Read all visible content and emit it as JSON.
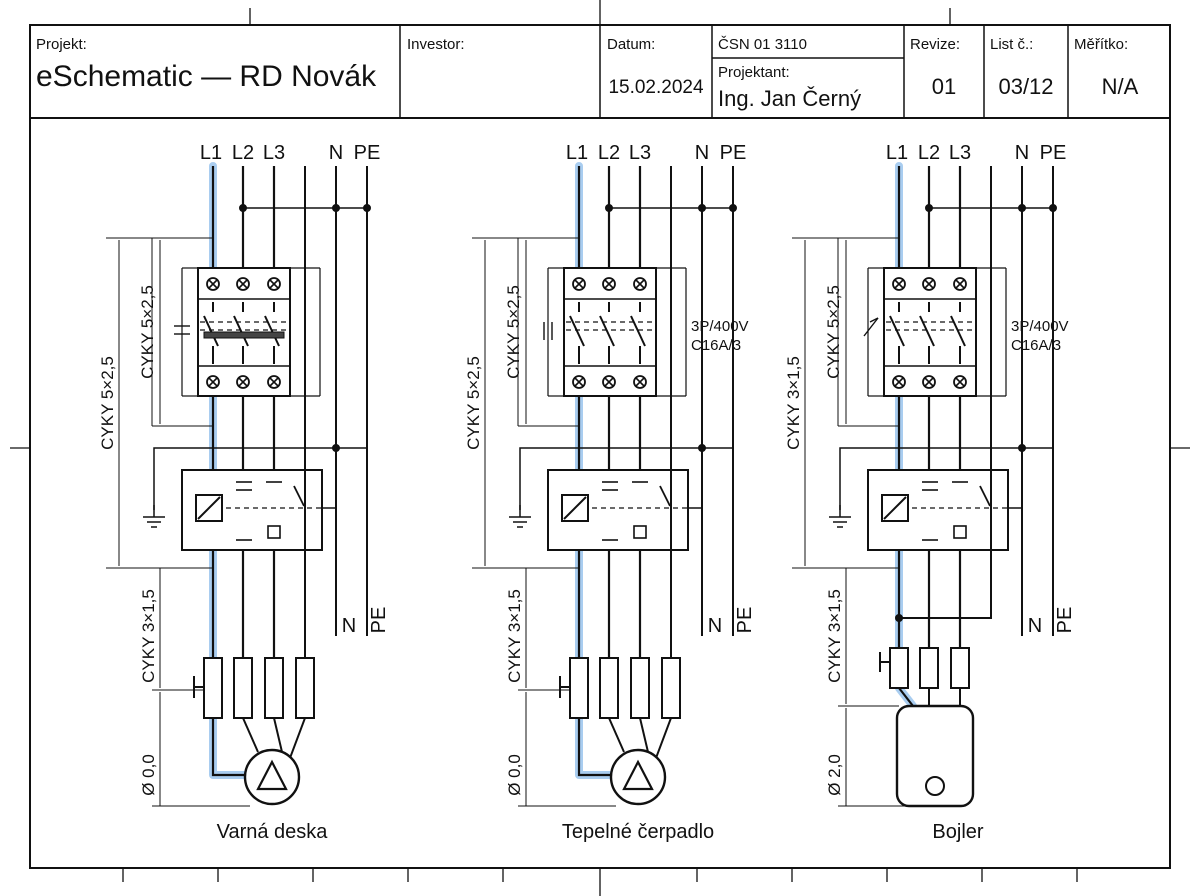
{
  "title_block": {
    "project_label": "Projekt:",
    "project_value": "eSchematic — RD Novák",
    "investor_label": "Investor:",
    "investor_value": "",
    "date_label": "Datum:",
    "date_value": "15.02.2024",
    "standard": "ČSN 01 3110",
    "designer_label": "Projektant:",
    "designer_value": "Ing. Jan Černý",
    "revision_label": "Revize:",
    "revision_value": "01",
    "sheet_label": "List č.:",
    "sheet_value": "03/12",
    "scale_label": "Měřítko:",
    "scale_value": "N/A"
  },
  "bus_labels": [
    "L1",
    "L2",
    "L3",
    "N",
    "PE"
  ],
  "circuits": [
    {
      "name": "Varná deska",
      "upper_cable": "CYKY 5×2,5",
      "supply_cable": "CYKY 5×2,5",
      "lower_cable": "CYKY 3×1,5",
      "diameter": "Ø 0,0",
      "rating_line1": "",
      "rating_line2": "",
      "n_label": "N",
      "pe_label": "PE",
      "load": "pump"
    },
    {
      "name": "Tepelné čerpadlo",
      "upper_cable": "CYKY 5×2,5",
      "supply_cable": "CYKY 5×2,5",
      "lower_cable": "CYKY 3×1,5",
      "diameter": "Ø 0,0",
      "rating_line1": "3P/400V",
      "rating_line2": "C16A/3",
      "n_label": "N",
      "pe_label": "PE",
      "load": "pump"
    },
    {
      "name": "Bojler",
      "upper_cable": "CYKY 5×2,5",
      "supply_cable": "CYKY 3×1,5",
      "lower_cable": "CYKY 3×1,5",
      "diameter": "Ø 2,0",
      "rating_line1": "3P/400V",
      "rating_line2": "C16A/3",
      "n_label": "N",
      "pe_label": "PE",
      "load": "boiler"
    }
  ],
  "colors": {
    "line": "#111111",
    "highlight": "#a9cdf0",
    "paper": "#ffffff"
  },
  "icons": [
    "circuit-breaker-icon",
    "contactor-coil-icon",
    "fuse-icon",
    "pump-motor-icon",
    "boiler-icon",
    "ground-icon",
    "terminal-icon"
  ]
}
